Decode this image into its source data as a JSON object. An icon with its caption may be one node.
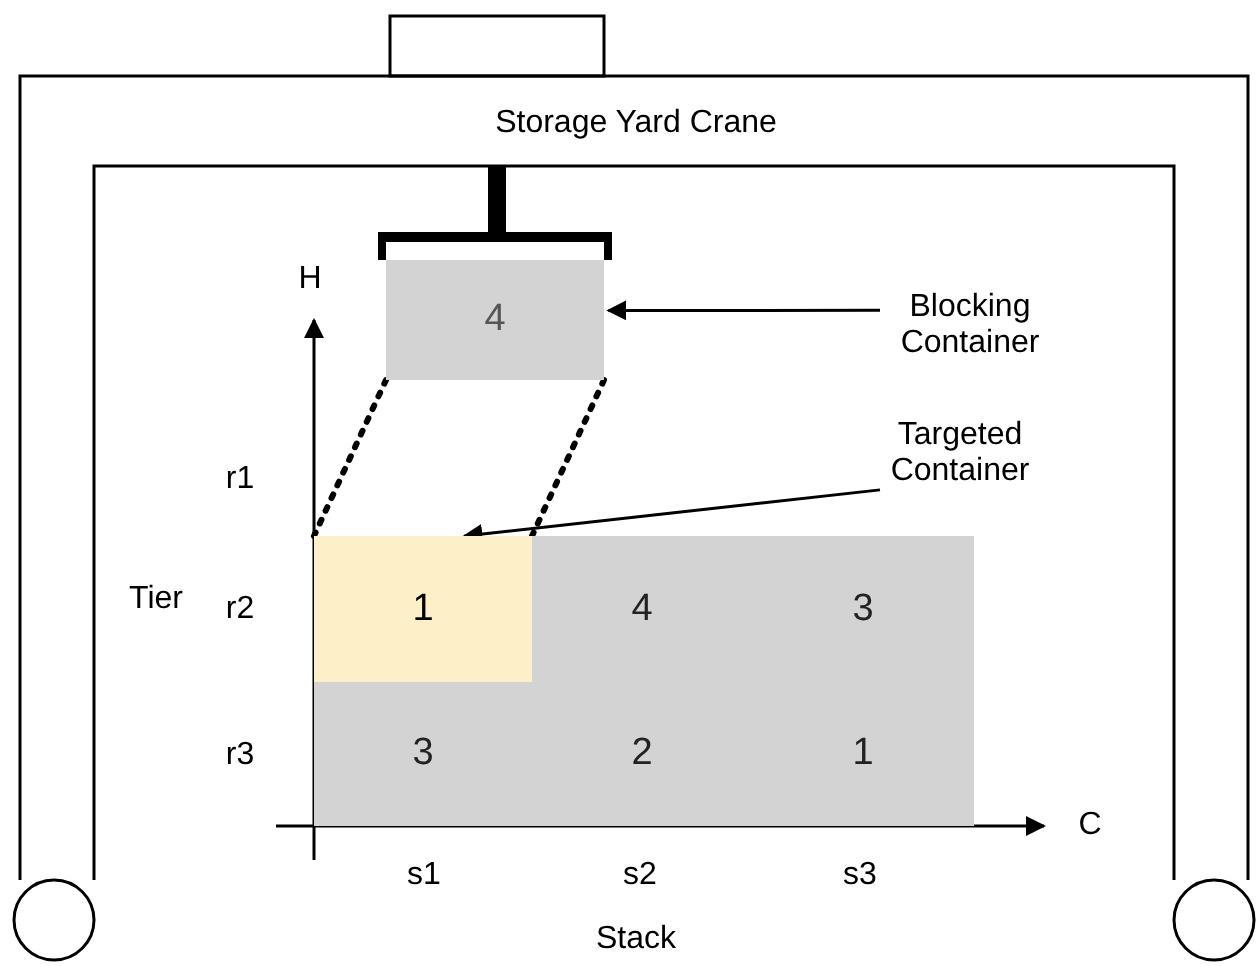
{
  "diagram": {
    "nodes": [
      {
        "text": [
          "4"
        ]
      },
      {
        "text": [
          "Blocking Container"
        ]
      },
      {
        "text": [
          "Targeted Container"
        ]
      },
      {
        "text": [
          "1"
        ]
      },
      {
        "text": [
          "4"
        ]
      },
      {
        "text": [
          "3"
        ]
      },
      {
        "text": [
          "3"
        ]
      },
      {
        "text": [
          "2"
        ]
      },
      {
        "text": [
          "1"
        ]
      }
    ],
    "edges": [
      {
        "from": 1,
        "to": 0,
        "arrow": "to"
      },
      {
        "from": 2,
        "to": 3,
        "arrow": "to"
      },
      {
        "from": 0,
        "to": 3,
        "arrow": "none",
        "style": "dashed"
      },
      {
        "from": 0,
        "to": 3,
        "arrow": "none",
        "style": "dashed"
      }
    ],
    "labels": [
      "Storage Yard Crane",
      "H",
      "r1",
      "Tier",
      "r2",
      "r3",
      "C",
      "s1",
      "s2",
      "s3",
      "Stack"
    ]
  }
}
